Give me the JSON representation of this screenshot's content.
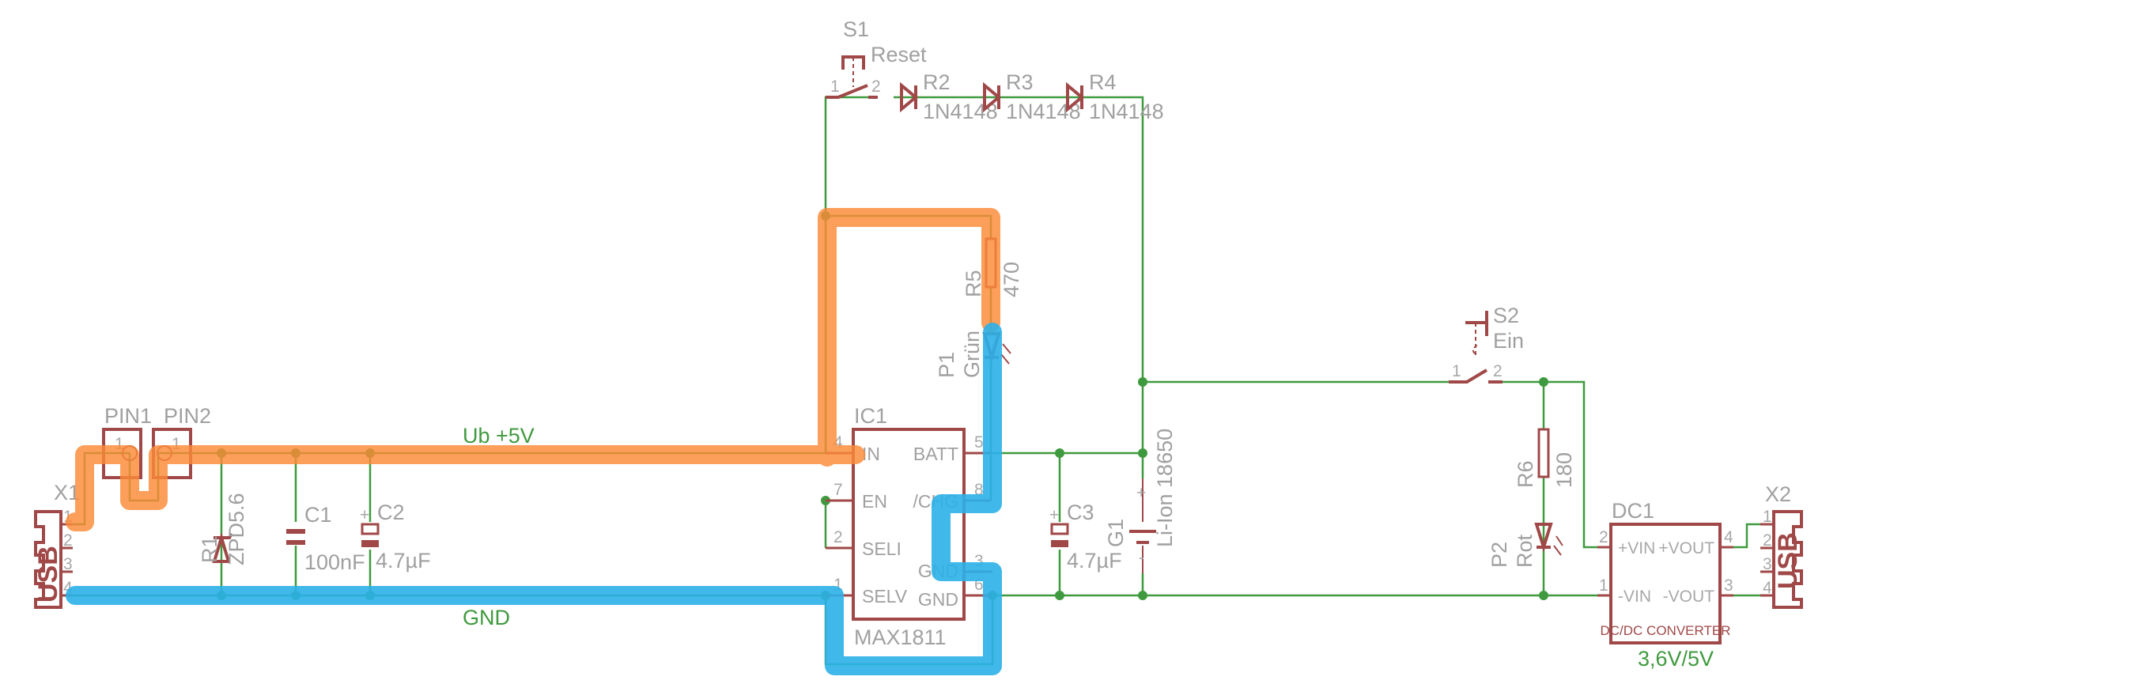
{
  "colors": {
    "wire": "#3f9a3f",
    "component": "#a04848",
    "text": "#a0a0a0",
    "highlight_vcc": "#fb8a37",
    "highlight_gnd": "#2bb0e8"
  },
  "nets": {
    "vcc": "Ub +5V",
    "gnd": "GND"
  },
  "x1": {
    "name": "X1",
    "type": "USB",
    "pins": [
      "1",
      "2",
      "3",
      "4"
    ]
  },
  "x2": {
    "name": "X2",
    "type": "USB",
    "pins": [
      "1",
      "2",
      "3",
      "4"
    ]
  },
  "pin1": {
    "name": "PIN1",
    "pin": "1"
  },
  "pin2": {
    "name": "PIN2",
    "pin": "1"
  },
  "r1": {
    "name": "R1",
    "value": "ZPD5.6"
  },
  "c1": {
    "name": "C1",
    "value": "100nF"
  },
  "c2": {
    "name": "C2",
    "value": "4.7µF",
    "polarity": "+"
  },
  "c3": {
    "name": "C3",
    "value": "4.7µF",
    "polarity": "+"
  },
  "s1": {
    "name": "S1",
    "value": "Reset",
    "pins": [
      "1",
      "2"
    ]
  },
  "s2": {
    "name": "S2",
    "value": "Ein",
    "pins": [
      "1",
      "2"
    ]
  },
  "r2": {
    "name": "R2",
    "value": "1N4148"
  },
  "r3": {
    "name": "R3",
    "value": "1N4148"
  },
  "r4": {
    "name": "R4",
    "value": "1N4148"
  },
  "r5": {
    "name": "R5",
    "value": "470"
  },
  "p1": {
    "name": "P1",
    "value": "Grün"
  },
  "r6": {
    "name": "R6",
    "value": "180"
  },
  "p2": {
    "name": "P2",
    "value": "Rot"
  },
  "g1": {
    "name": "G1",
    "value": "Li-Ion 18650",
    "plus": "+",
    "minus": "-"
  },
  "ic1": {
    "name": "IC1",
    "value": "MAX1811",
    "left": [
      {
        "pin": "4",
        "label": "IN"
      },
      {
        "pin": "7",
        "label": "EN"
      },
      {
        "pin": "2",
        "label": "SELI"
      },
      {
        "pin": "1",
        "label": "SELV"
      }
    ],
    "right": [
      {
        "pin": "5",
        "label": "BATT"
      },
      {
        "pin": "8",
        "label": "/CHG"
      },
      {
        "pin": "3",
        "label": "GND"
      },
      {
        "pin": "6",
        "label": "GND"
      }
    ]
  },
  "dc1": {
    "name": "DC1",
    "value": "3,6V/5V",
    "title": "DC/DC CONVERTER",
    "left": [
      {
        "pin": "2",
        "label": "+VIN"
      },
      {
        "pin": "1",
        "label": "-VIN"
      }
    ],
    "right": [
      {
        "pin": "4",
        "label": "+VOUT"
      },
      {
        "pin": "3",
        "label": "-VOUT"
      }
    ]
  }
}
